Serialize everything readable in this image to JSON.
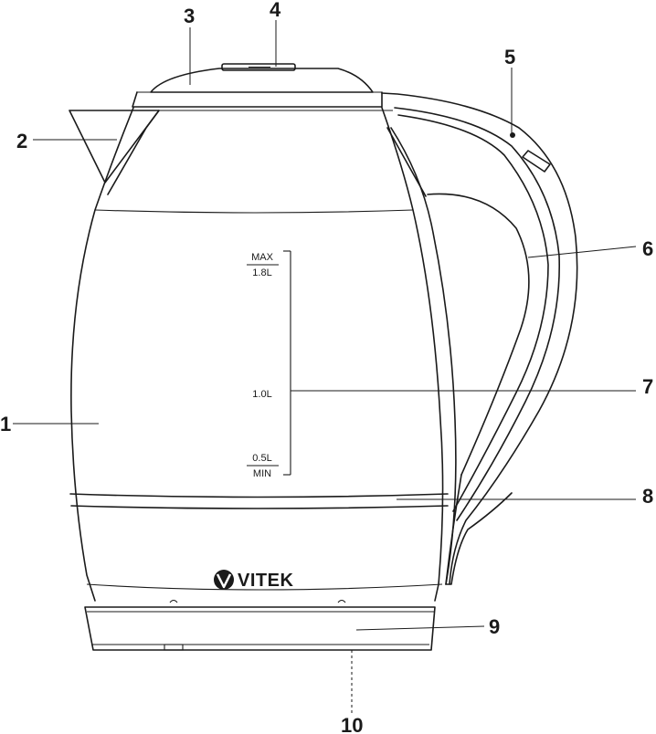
{
  "brand": {
    "name": "VITEK"
  },
  "water_scale": {
    "max_label": "MAX",
    "max_volume": "1.8L",
    "mid_volume": "1.0L",
    "low_volume": "0.5L",
    "min_label": "MIN"
  },
  "callouts": {
    "c1": "1",
    "c2": "2",
    "c3": "3",
    "c4": "4",
    "c5": "5",
    "c6": "6",
    "c7": "7",
    "c8": "8",
    "c9": "9",
    "c10": "10"
  }
}
